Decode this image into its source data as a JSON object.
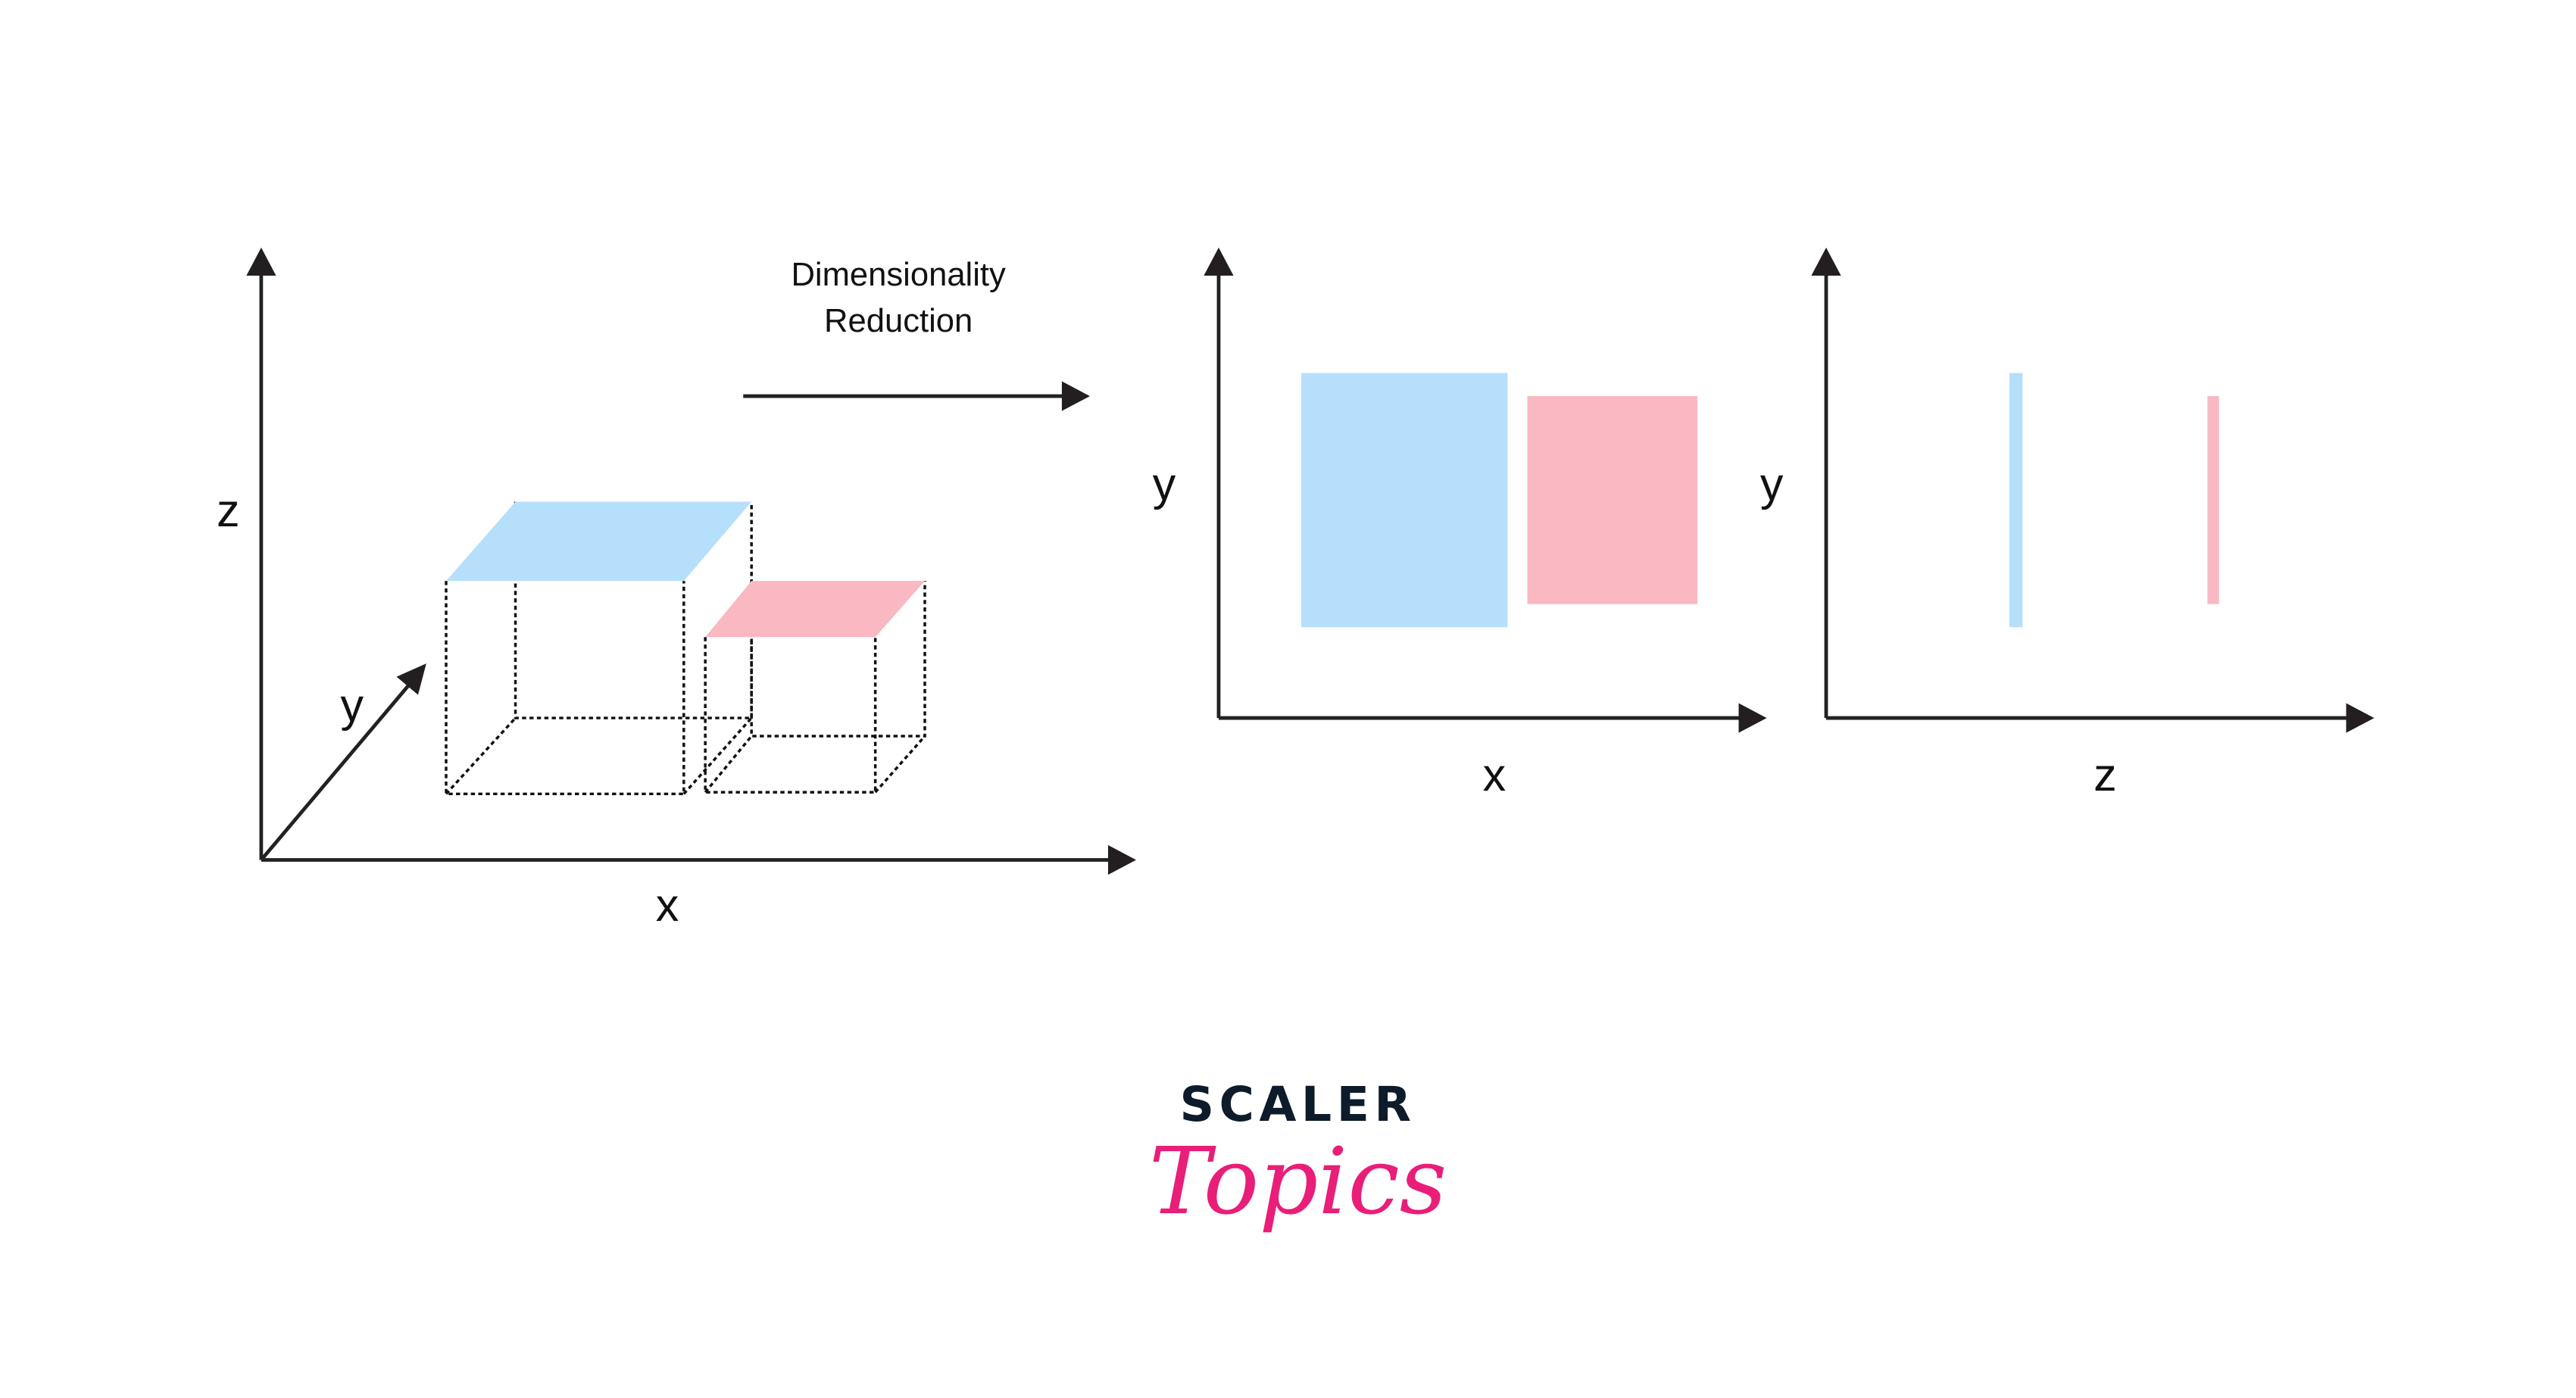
{
  "caption": {
    "line1": "Dimensionality",
    "line2": "Reduction"
  },
  "plot3d": {
    "axis_x": "x",
    "axis_y": "y",
    "axis_z": "z"
  },
  "plot_xy": {
    "axis_x": "x",
    "axis_y": "y"
  },
  "plot_zy": {
    "axis_x": "z",
    "axis_y": "y"
  },
  "colors": {
    "blue": "#b6dffc",
    "pink": "#f9b8c2",
    "logo_dark": "#0d1b2a",
    "logo_pink": "#e91e78"
  },
  "logo": {
    "line1": "SCALER",
    "line2": "Topics"
  }
}
